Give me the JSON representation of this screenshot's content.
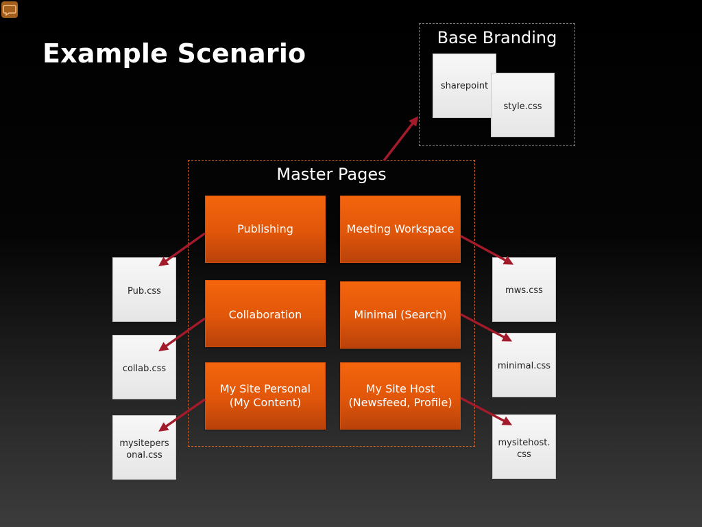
{
  "title": "Example Scenario",
  "comment_icon": "speech-bubble-icon",
  "arrow_color": "#a31a2b",
  "accent_orange": "#e8590c",
  "base_branding": {
    "label": "Base Branding",
    "files": [
      "sharepoint",
      "style.css"
    ]
  },
  "master_pages": {
    "label": "Master Pages",
    "items": [
      "Publishing",
      "Meeting Workspace",
      "Collaboration",
      "Minimal (Search)",
      "My Site Personal\n(My Content)",
      "My Site Host\n(Newsfeed, Profile)"
    ]
  },
  "css_files": [
    "Pub.css",
    "mws.css",
    "collab.css",
    "minimal.css",
    "mysitepers\nonal.css",
    "mysitehost.\ncss"
  ]
}
